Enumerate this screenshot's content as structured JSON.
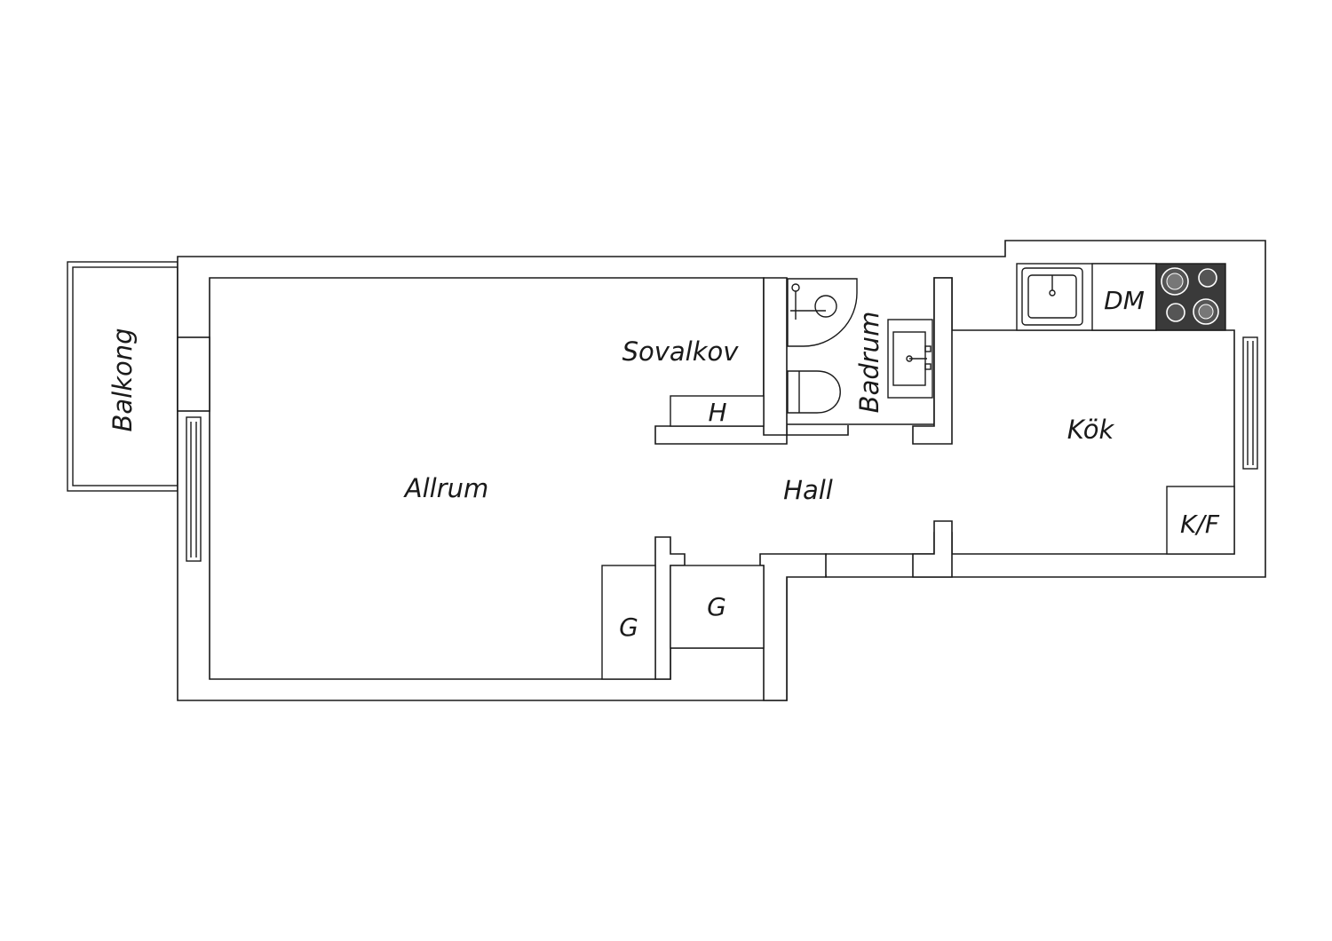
{
  "rooms": {
    "balkong": "Balkong",
    "sovalkov": "Sovalkov",
    "badrum": "Badrum",
    "kok": "Kök",
    "allrum": "Allrum",
    "hall": "Hall"
  },
  "fixtures": {
    "h": "H",
    "dm": "DM",
    "kf": "K/F",
    "g1": "G",
    "g2": "G"
  },
  "colors": {
    "line": "#1a1a1a",
    "stove": "#3a3a3a",
    "background": "#ffffff"
  }
}
